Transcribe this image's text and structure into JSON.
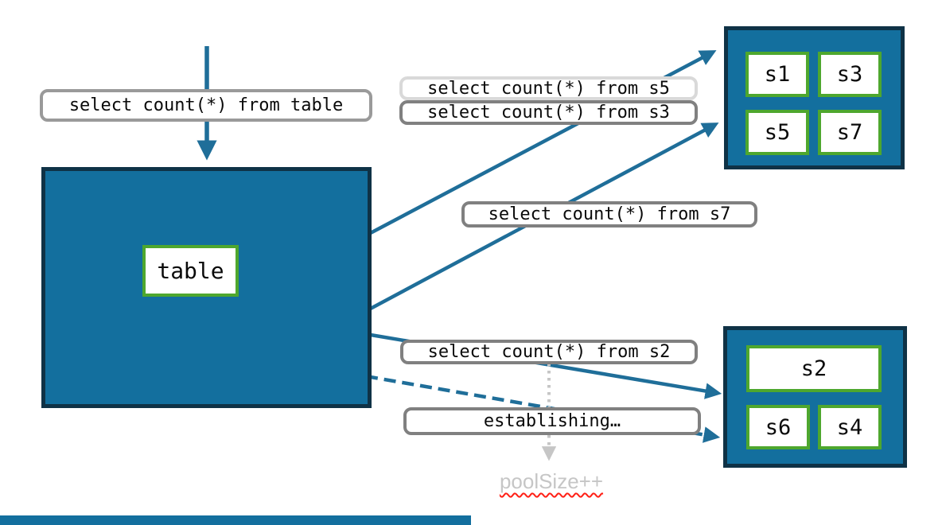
{
  "diagram": {
    "entry_query": "select count(*) from table",
    "table": {
      "label": "table"
    },
    "fanout_queries": {
      "s5": "select count(*) from s5",
      "s3": "select count(*) from s3",
      "s7": "select count(*) from s7",
      "s2": "select count(*) from s2"
    },
    "connection_status": "establishing…",
    "pool_note": "poolSize++",
    "shard_groups": {
      "top": [
        "s1",
        "s3",
        "s5",
        "s7"
      ],
      "bottom": [
        "s2",
        "s6",
        "s4"
      ]
    },
    "colors": {
      "teal": "#136f9e",
      "navy": "#0f3246",
      "green": "#4ea72e",
      "arrow": "#1f6e99",
      "border-gray": "#808080",
      "border-medium": "#9a9a9a",
      "border-light": "#d9d9d9",
      "note-gray": "#c6c6c6",
      "squiggle-red": "#ff2016"
    }
  }
}
